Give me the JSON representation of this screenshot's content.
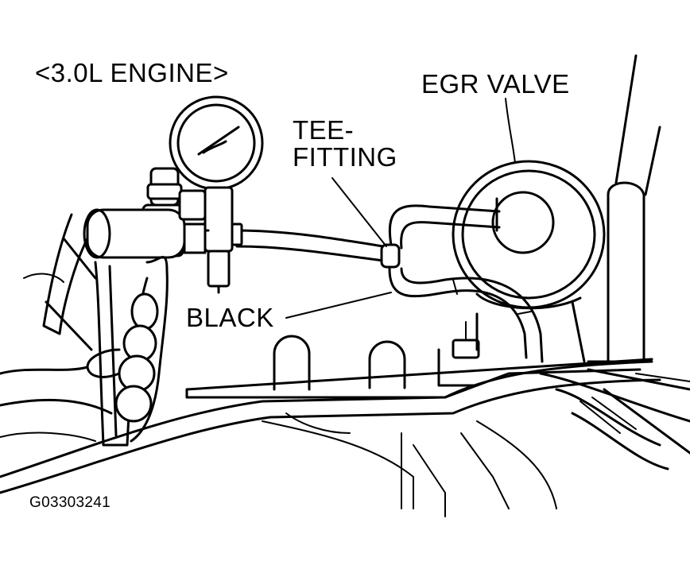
{
  "labels": {
    "engine": "<3.0L ENGINE>",
    "egr_valve": "EGR VALVE",
    "tee_line1": "TEE-",
    "tee_line2": "FITTING",
    "black": "BLACK",
    "figure_code": "G03303241"
  },
  "icons": {
    "gauge": "vacuum-gauge-icon",
    "pump": "hand-vacuum-pump-icon",
    "valve": "egr-valve-icon"
  },
  "colors": {
    "ink": "#000000",
    "paper": "#ffffff"
  }
}
